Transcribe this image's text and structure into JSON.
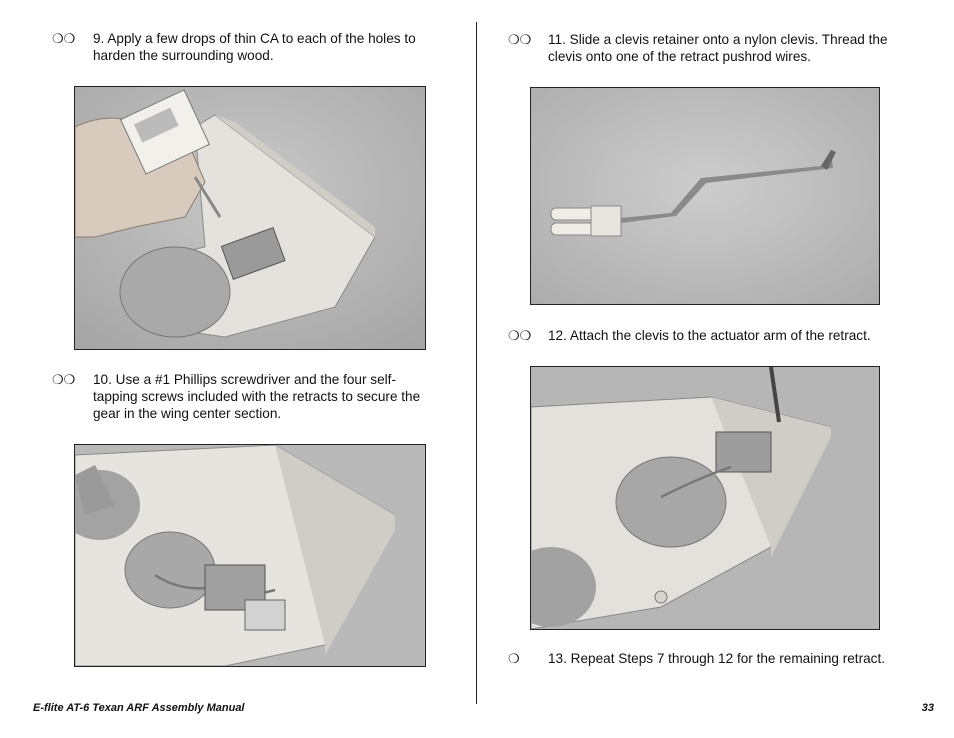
{
  "steps": {
    "s9": {
      "boxes": "❍❍",
      "text": "9. Apply a few drops of thin CA to each of the holes to harden the surrounding wood."
    },
    "s10": {
      "boxes": "❍❍",
      "text": "10. Use a #1 Phillips screwdriver and the four self-tapping screws included with the retracts to secure the gear in the wing center section."
    },
    "s11": {
      "boxes": "❍❍",
      "text": "11. Slide a clevis retainer onto a nylon clevis. Thread the clevis onto one of the retract pushrod wires."
    },
    "s12": {
      "boxes": "❍❍",
      "text": "12. Attach the clevis to the actuator arm of the retract."
    },
    "s13": {
      "boxes": "❍",
      "text": "13. Repeat Steps 7 through 12 for the remaining retract."
    }
  },
  "footer": {
    "title": "E-flite AT-6 Texan ARF Assembly Manual",
    "page": "33"
  }
}
